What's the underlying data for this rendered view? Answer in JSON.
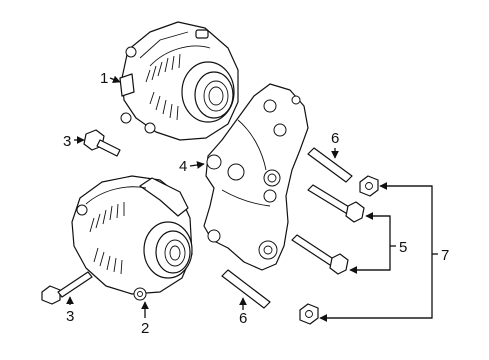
{
  "diagram": {
    "callouts": [
      {
        "id": "c1",
        "label": "1"
      },
      {
        "id": "c2",
        "label": "2"
      },
      {
        "id": "c3a",
        "label": "3"
      },
      {
        "id": "c3b",
        "label": "3"
      },
      {
        "id": "c4",
        "label": "4"
      },
      {
        "id": "c5",
        "label": "5"
      },
      {
        "id": "c6a",
        "label": "6"
      },
      {
        "id": "c6b",
        "label": "6"
      },
      {
        "id": "c7",
        "label": "7"
      }
    ]
  }
}
